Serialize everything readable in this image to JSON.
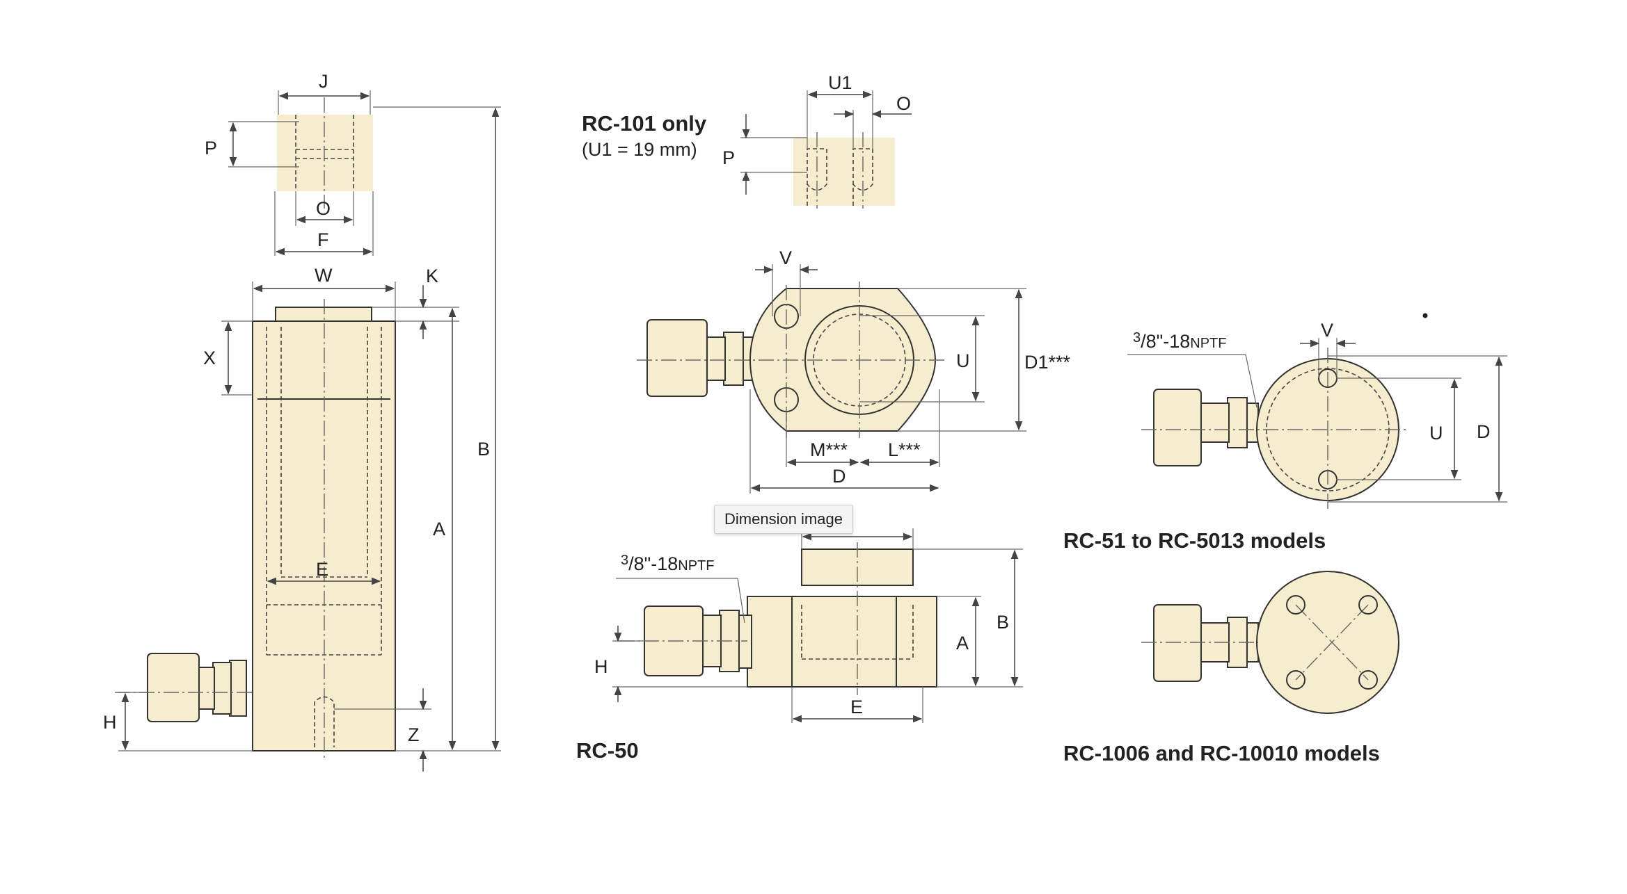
{
  "tooltip": "Dimension image",
  "colors": {
    "body": "#f6ecce",
    "line": "#333333",
    "background": "#ffffff"
  },
  "labels": {
    "rc101_title": "RC-101 only",
    "rc101_sub": "(U1 = 19 mm)",
    "rc50_title": "RC-50",
    "rc51_title": "RC-51 to RC-5013 models",
    "rc1006_title": "RC-1006 and RC-10010 models",
    "nptf_num": "3",
    "nptf_slash": "/8\"-18",
    "nptf_unit": "NPTF"
  },
  "dims": {
    "side": {
      "J": "J",
      "P": "P",
      "O": "O",
      "F": "F",
      "W": "W",
      "K": "K",
      "X": "X",
      "B": "B",
      "A": "A",
      "E": "E",
      "H": "H",
      "Z": "Z"
    },
    "rc101": {
      "U1": "U1",
      "O": "O",
      "P": "P"
    },
    "top": {
      "V": "V",
      "U": "U",
      "D1": "D1***",
      "M": "M***",
      "L": "L***",
      "D": "D"
    },
    "rc50": {
      "B": "B",
      "A": "A",
      "H": "H",
      "E": "E"
    },
    "rc51": {
      "V": "V",
      "U": "U",
      "D": "D"
    }
  }
}
